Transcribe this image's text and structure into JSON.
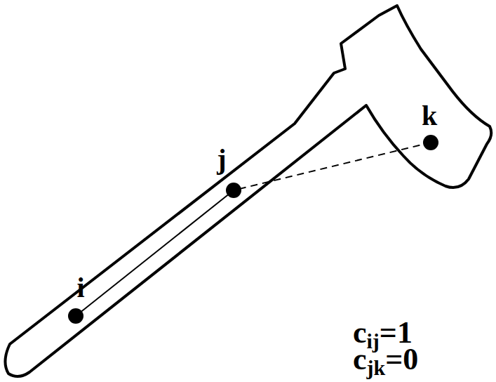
{
  "diagram": {
    "nodes": [
      {
        "text": [
          "i"
        ]
      },
      {
        "text": [
          "j"
        ]
      },
      {
        "text": [
          "k"
        ]
      }
    ],
    "edges": [
      {
        "from": 0,
        "to": 1,
        "arrow": "none"
      },
      {
        "from": 1,
        "to": 2,
        "arrow": "none"
      }
    ],
    "labels": [
      "c",
      "ij",
      "=1",
      "c",
      "jk",
      "=0"
    ]
  }
}
